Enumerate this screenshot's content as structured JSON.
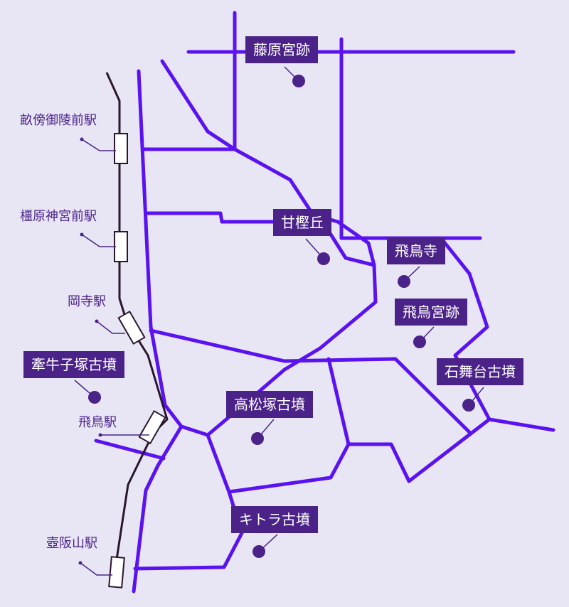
{
  "sites": [
    {
      "key": "fujiwara",
      "label": "藤原宮跡"
    },
    {
      "key": "amakashi",
      "label": "甘樫丘"
    },
    {
      "key": "asukadera",
      "label": "飛鳥寺"
    },
    {
      "key": "asukamiya",
      "label": "飛鳥宮跡"
    },
    {
      "key": "ishibutai",
      "label": "石舞台古墳"
    },
    {
      "key": "takamatsu",
      "label": "高松塚古墳"
    },
    {
      "key": "kengoshi",
      "label": "牽牛子塚古墳"
    },
    {
      "key": "kitora",
      "label": "キトラ古墳"
    }
  ],
  "stations": [
    {
      "key": "unebi",
      "label": "畝傍御陵前駅"
    },
    {
      "key": "kashihara",
      "label": "橿原神宮前駅"
    },
    {
      "key": "okadera",
      "label": "岡寺駅"
    },
    {
      "key": "asuka",
      "label": "飛鳥駅"
    },
    {
      "key": "tsubosaka",
      "label": "壺阪山駅"
    }
  ],
  "colors": {
    "background": "#e8e6f4",
    "road": "#5a12f0",
    "label_bg": "#4b2388",
    "label_text": "#ffffff",
    "station_text": "#4b2388",
    "rail": "#2b1630"
  }
}
